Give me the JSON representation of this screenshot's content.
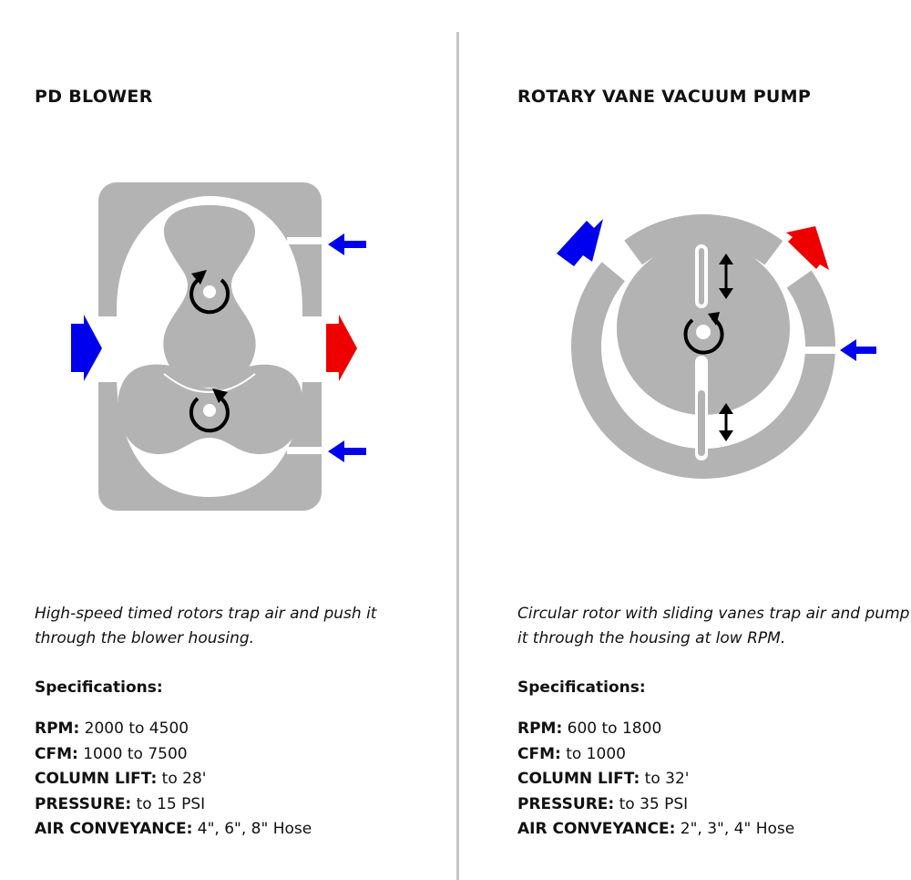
{
  "colors": {
    "housing": "#b3b3b3",
    "intake": "#0000ee",
    "exhaust": "#ee0000",
    "rotation": "#000000",
    "divider": "#c4c4c4"
  },
  "panels": [
    {
      "title": "PD BLOWER",
      "diagram": {
        "name": "pd-blower-diagram",
        "icons": [
          "intake-arrow-icon",
          "exhaust-arrow-icon",
          "side-intake-arrow-icon",
          "rotation-icon"
        ]
      },
      "description": "High-speed timed rotors trap air and push it through the blower housing.",
      "spec_title": "Specifications:",
      "specs": [
        {
          "label": "RPM:",
          "value": " 2000 to 4500"
        },
        {
          "label": "CFM:",
          "value": " 1000 to 7500"
        },
        {
          "label": "COLUMN LIFT:",
          "value": " to 28'"
        },
        {
          "label": "PRESSURE:",
          "value": " to 15 PSI"
        },
        {
          "label": "AIR CONVEYANCE:",
          "value": " 4\", 6\", 8\" Hose"
        }
      ]
    },
    {
      "title": "ROTARY VANE VACUUM PUMP",
      "diagram": {
        "name": "rotary-vane-diagram",
        "icons": [
          "intake-arrow-icon",
          "exhaust-arrow-icon",
          "side-intake-arrow-icon",
          "rotation-icon",
          "vane-motion-icon"
        ]
      },
      "description": "Circular rotor with sliding vanes trap air and pump it through the housing at low RPM.",
      "spec_title": "Specifications:",
      "specs": [
        {
          "label": "RPM:",
          "value": " 600 to 1800"
        },
        {
          "label": "CFM:",
          "value": " to 1000"
        },
        {
          "label": "COLUMN LIFT:",
          "value": " to 32'"
        },
        {
          "label": "PRESSURE:",
          "value": " to 35 PSI"
        },
        {
          "label": "AIR CONVEYANCE:",
          "value": " 2\", 3\", 4\" Hose"
        }
      ]
    }
  ]
}
